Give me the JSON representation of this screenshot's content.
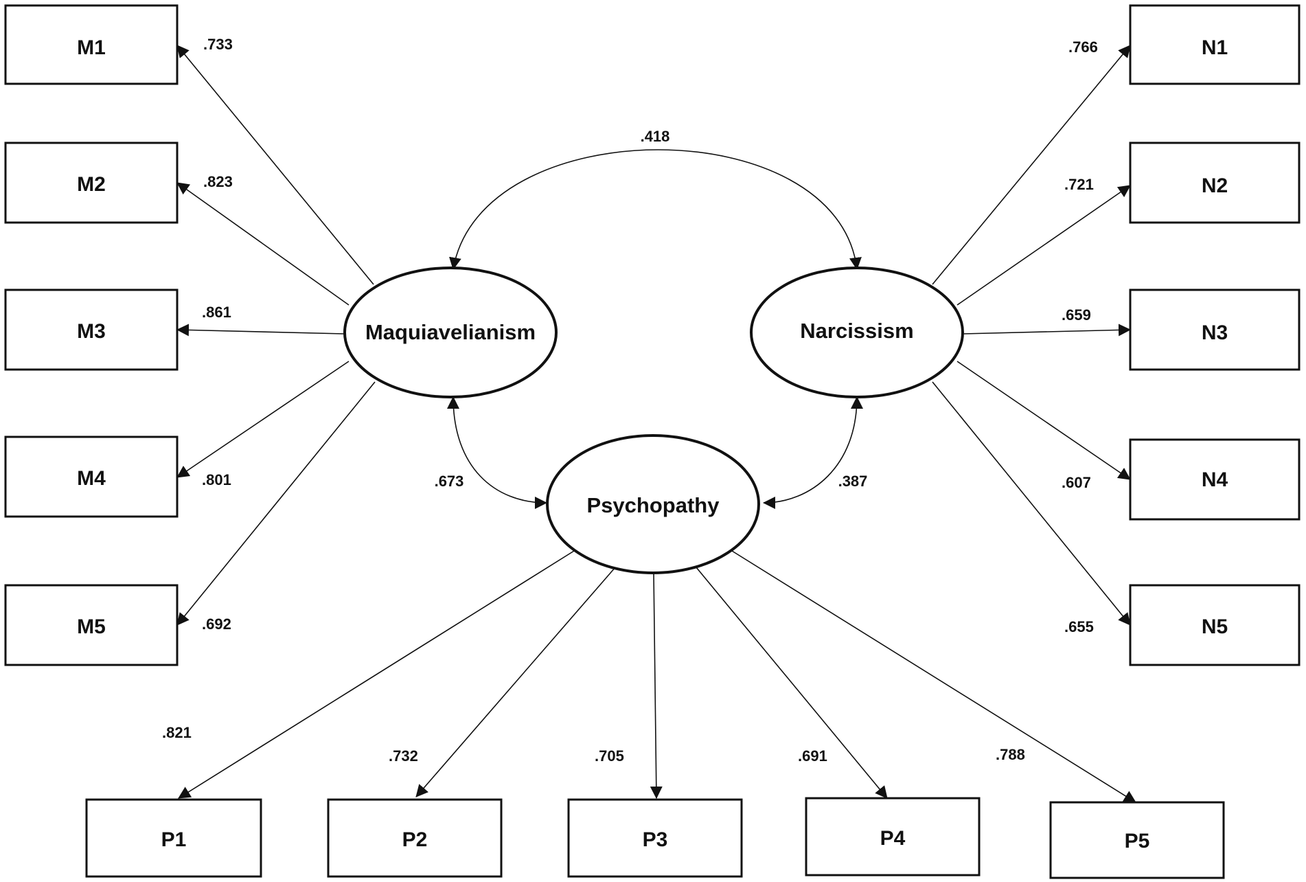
{
  "latents": {
    "mach": "Maquiavelianism",
    "narc": "Narcissism",
    "psyc": "Psychopathy"
  },
  "indicators": {
    "M": [
      "M1",
      "M2",
      "M3",
      "M4",
      "M5"
    ],
    "N": [
      "N1",
      "N2",
      "N3",
      "N4",
      "N5"
    ],
    "P": [
      "P1",
      "P2",
      "P3",
      "P4",
      "P5"
    ]
  },
  "loadings": {
    "M": [
      ".733",
      ".823",
      ".861",
      ".801",
      ".692"
    ],
    "N": [
      ".766",
      ".721",
      ".659",
      ".607",
      ".655"
    ],
    "P": [
      ".821",
      ".732",
      ".705",
      ".691",
      ".788"
    ]
  },
  "correlations": {
    "mach_narc": ".418",
    "mach_psyc": ".673",
    "narc_psyc": ".387"
  }
}
